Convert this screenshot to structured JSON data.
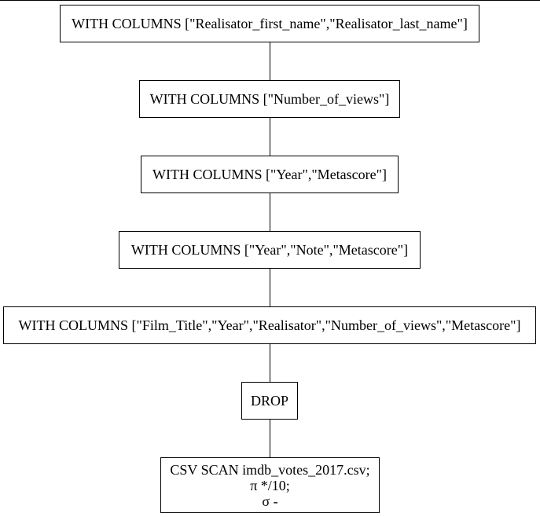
{
  "nodes": {
    "n1": {
      "label": "WITH COLUMNS [\"Realisator_first_name\",\"Realisator_last_name\"]"
    },
    "n2": {
      "label": "WITH COLUMNS [\"Number_of_views\"]"
    },
    "n3": {
      "label": "WITH COLUMNS [\"Year\",\"Metascore\"]"
    },
    "n4": {
      "label": "WITH COLUMNS [\"Year\",\"Note\",\"Metascore\"]"
    },
    "n5": {
      "label": "WITH COLUMNS [\"Film_Title\",\"Year\",\"Realisator\",\"Number_of_views\",\"Metascore\"]"
    },
    "n6": {
      "label": "DROP"
    },
    "n7": {
      "line1": "CSV SCAN imdb_votes_2017.csv;",
      "line2": "π */10;",
      "line3": "σ -"
    }
  }
}
